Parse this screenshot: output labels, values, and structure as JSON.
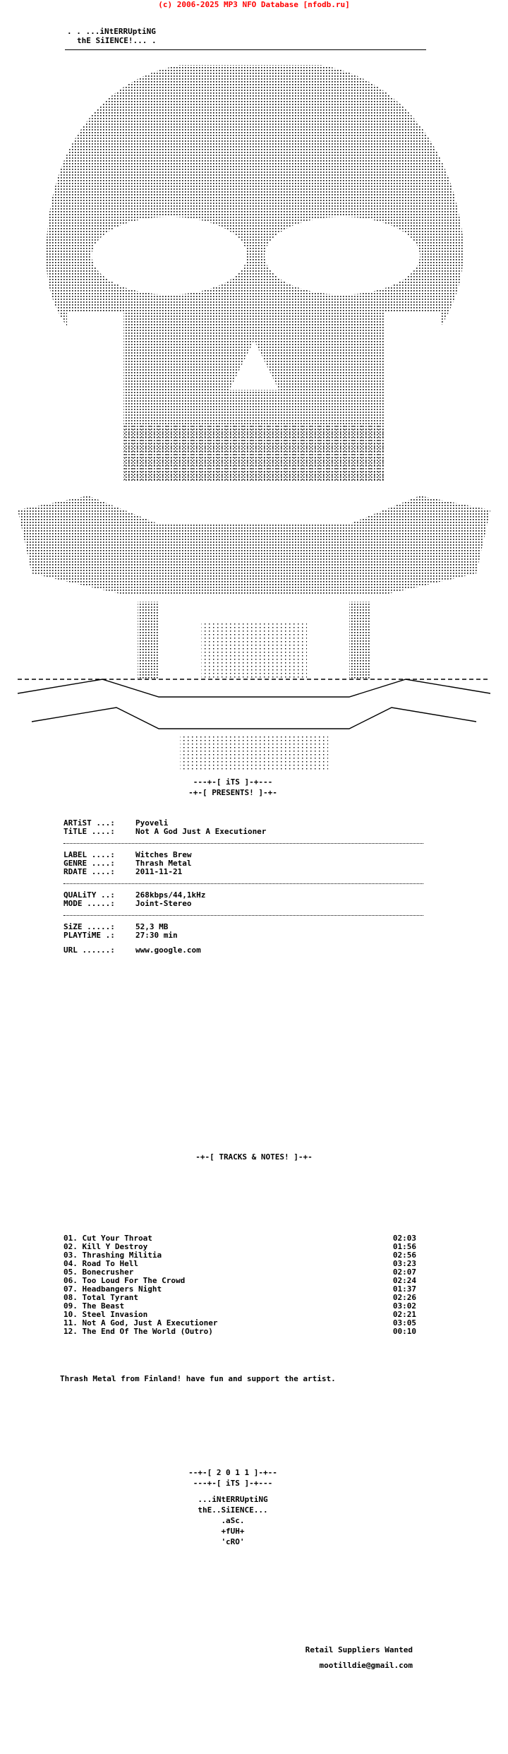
{
  "header": {
    "copyright": "(c) 2006-2025 MP3 NFO Database [nfodb.ru]"
  },
  "banner": {
    "line1": ". . ...iNtERRUptiNG",
    "line2": "thE SiIENCE!... ."
  },
  "presents": {
    "line1": "---+-[ iTS ]-+---",
    "line2": "-+-[ PRESENTS! ]-+-"
  },
  "info": {
    "artist_label": "ARTiST ...:",
    "artist": "Pyoveli",
    "title_label": "TiTLE ....:",
    "title": "Not A God Just A Executioner",
    "label_label": "LABEL ....:",
    "label": "Witches Brew",
    "genre_label": "GENRE ....:",
    "genre": "Thrash Metal",
    "rdate_label": "RDATE ....:",
    "rdate": "2011-11-21",
    "quality_label": "QUALiTY ..:",
    "quality": "268kbps/44,1kHz",
    "mode_label": "MODE .....:",
    "mode": "Joint-Stereo",
    "size_label": "SiZE .....:",
    "size": "52,3 MB",
    "playtime_label": "PLAYTiME .:",
    "playtime": "27:30 min",
    "url_label": "URL ......:",
    "url": "www.google.com"
  },
  "tracks_title": "-+-[ TRACKS & NOTES! ]-+-",
  "tracks": [
    {
      "name": "01. Cut Your Throat",
      "time": "02:03"
    },
    {
      "name": "02. Kill Y Destroy",
      "time": "01:56"
    },
    {
      "name": "03. Thrashing Militia",
      "time": "02:56"
    },
    {
      "name": "04. Road To Hell",
      "time": "03:23"
    },
    {
      "name": "05. Bonecrusher",
      "time": "02:07"
    },
    {
      "name": "06. Too Loud For The Crowd",
      "time": "02:24"
    },
    {
      "name": "07. Headbangers Night",
      "time": "01:37"
    },
    {
      "name": "08. Total Tyrant",
      "time": "02:26"
    },
    {
      "name": "09. The Beast",
      "time": "03:02"
    },
    {
      "name": "10. Steel Invasion",
      "time": "02:21"
    },
    {
      "name": "11. Not A God, Just A Executioner",
      "time": "03:05"
    },
    {
      "name": "12. The End Of The World (Outro)",
      "time": "00:10"
    }
  ],
  "note": "Thrash Metal from Finland! have fun and support the artist.",
  "credits": {
    "year": "--+-[ 2 0 1 1 ]-+--",
    "group": "---+-[ iTS ]-+---",
    "name1": "...iNtERRUptiNG",
    "name2": "thE..SiIENCE...",
    "ascii_by": ".aSc.",
    "ascii_sig1": "+fUH+",
    "ascii_sig2": "'cRO'"
  },
  "footer": {
    "wanted": "Retail Suppliers Wanted",
    "email": "mootilldie@gmail.com"
  }
}
